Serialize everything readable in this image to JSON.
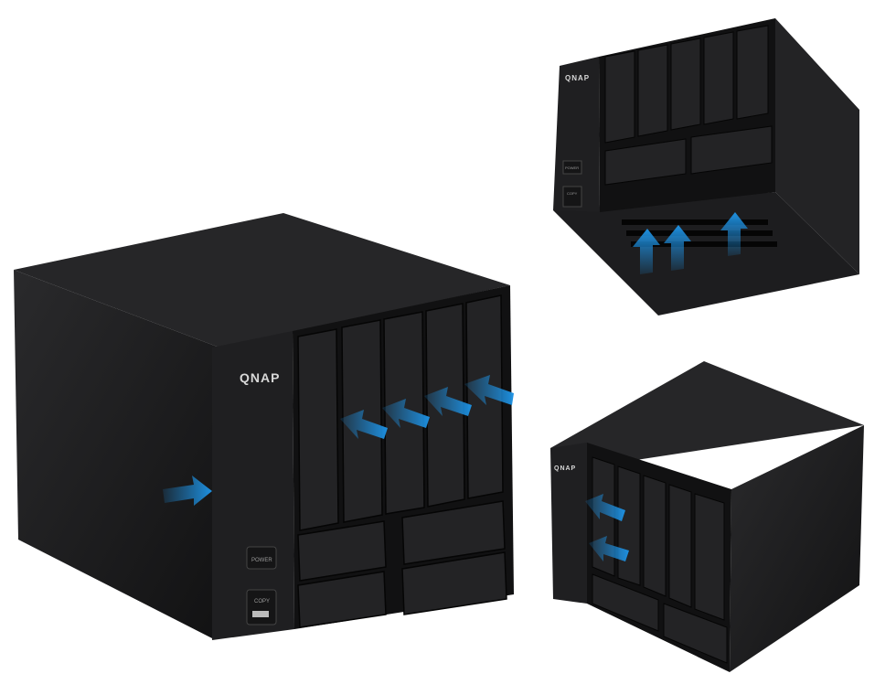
{
  "main_unit": {
    "brand": "QNAP",
    "power_label": "POWER",
    "copy_label": "COPY"
  },
  "bottom_view_unit": {
    "brand": "QNAP",
    "power_label": "POWER",
    "copy_label": "COPY"
  },
  "rear_angle_unit": {
    "brand": "QNAP"
  },
  "colors": {
    "body": "#1c1c1e",
    "airflow_arrow": "#1e90e0"
  }
}
